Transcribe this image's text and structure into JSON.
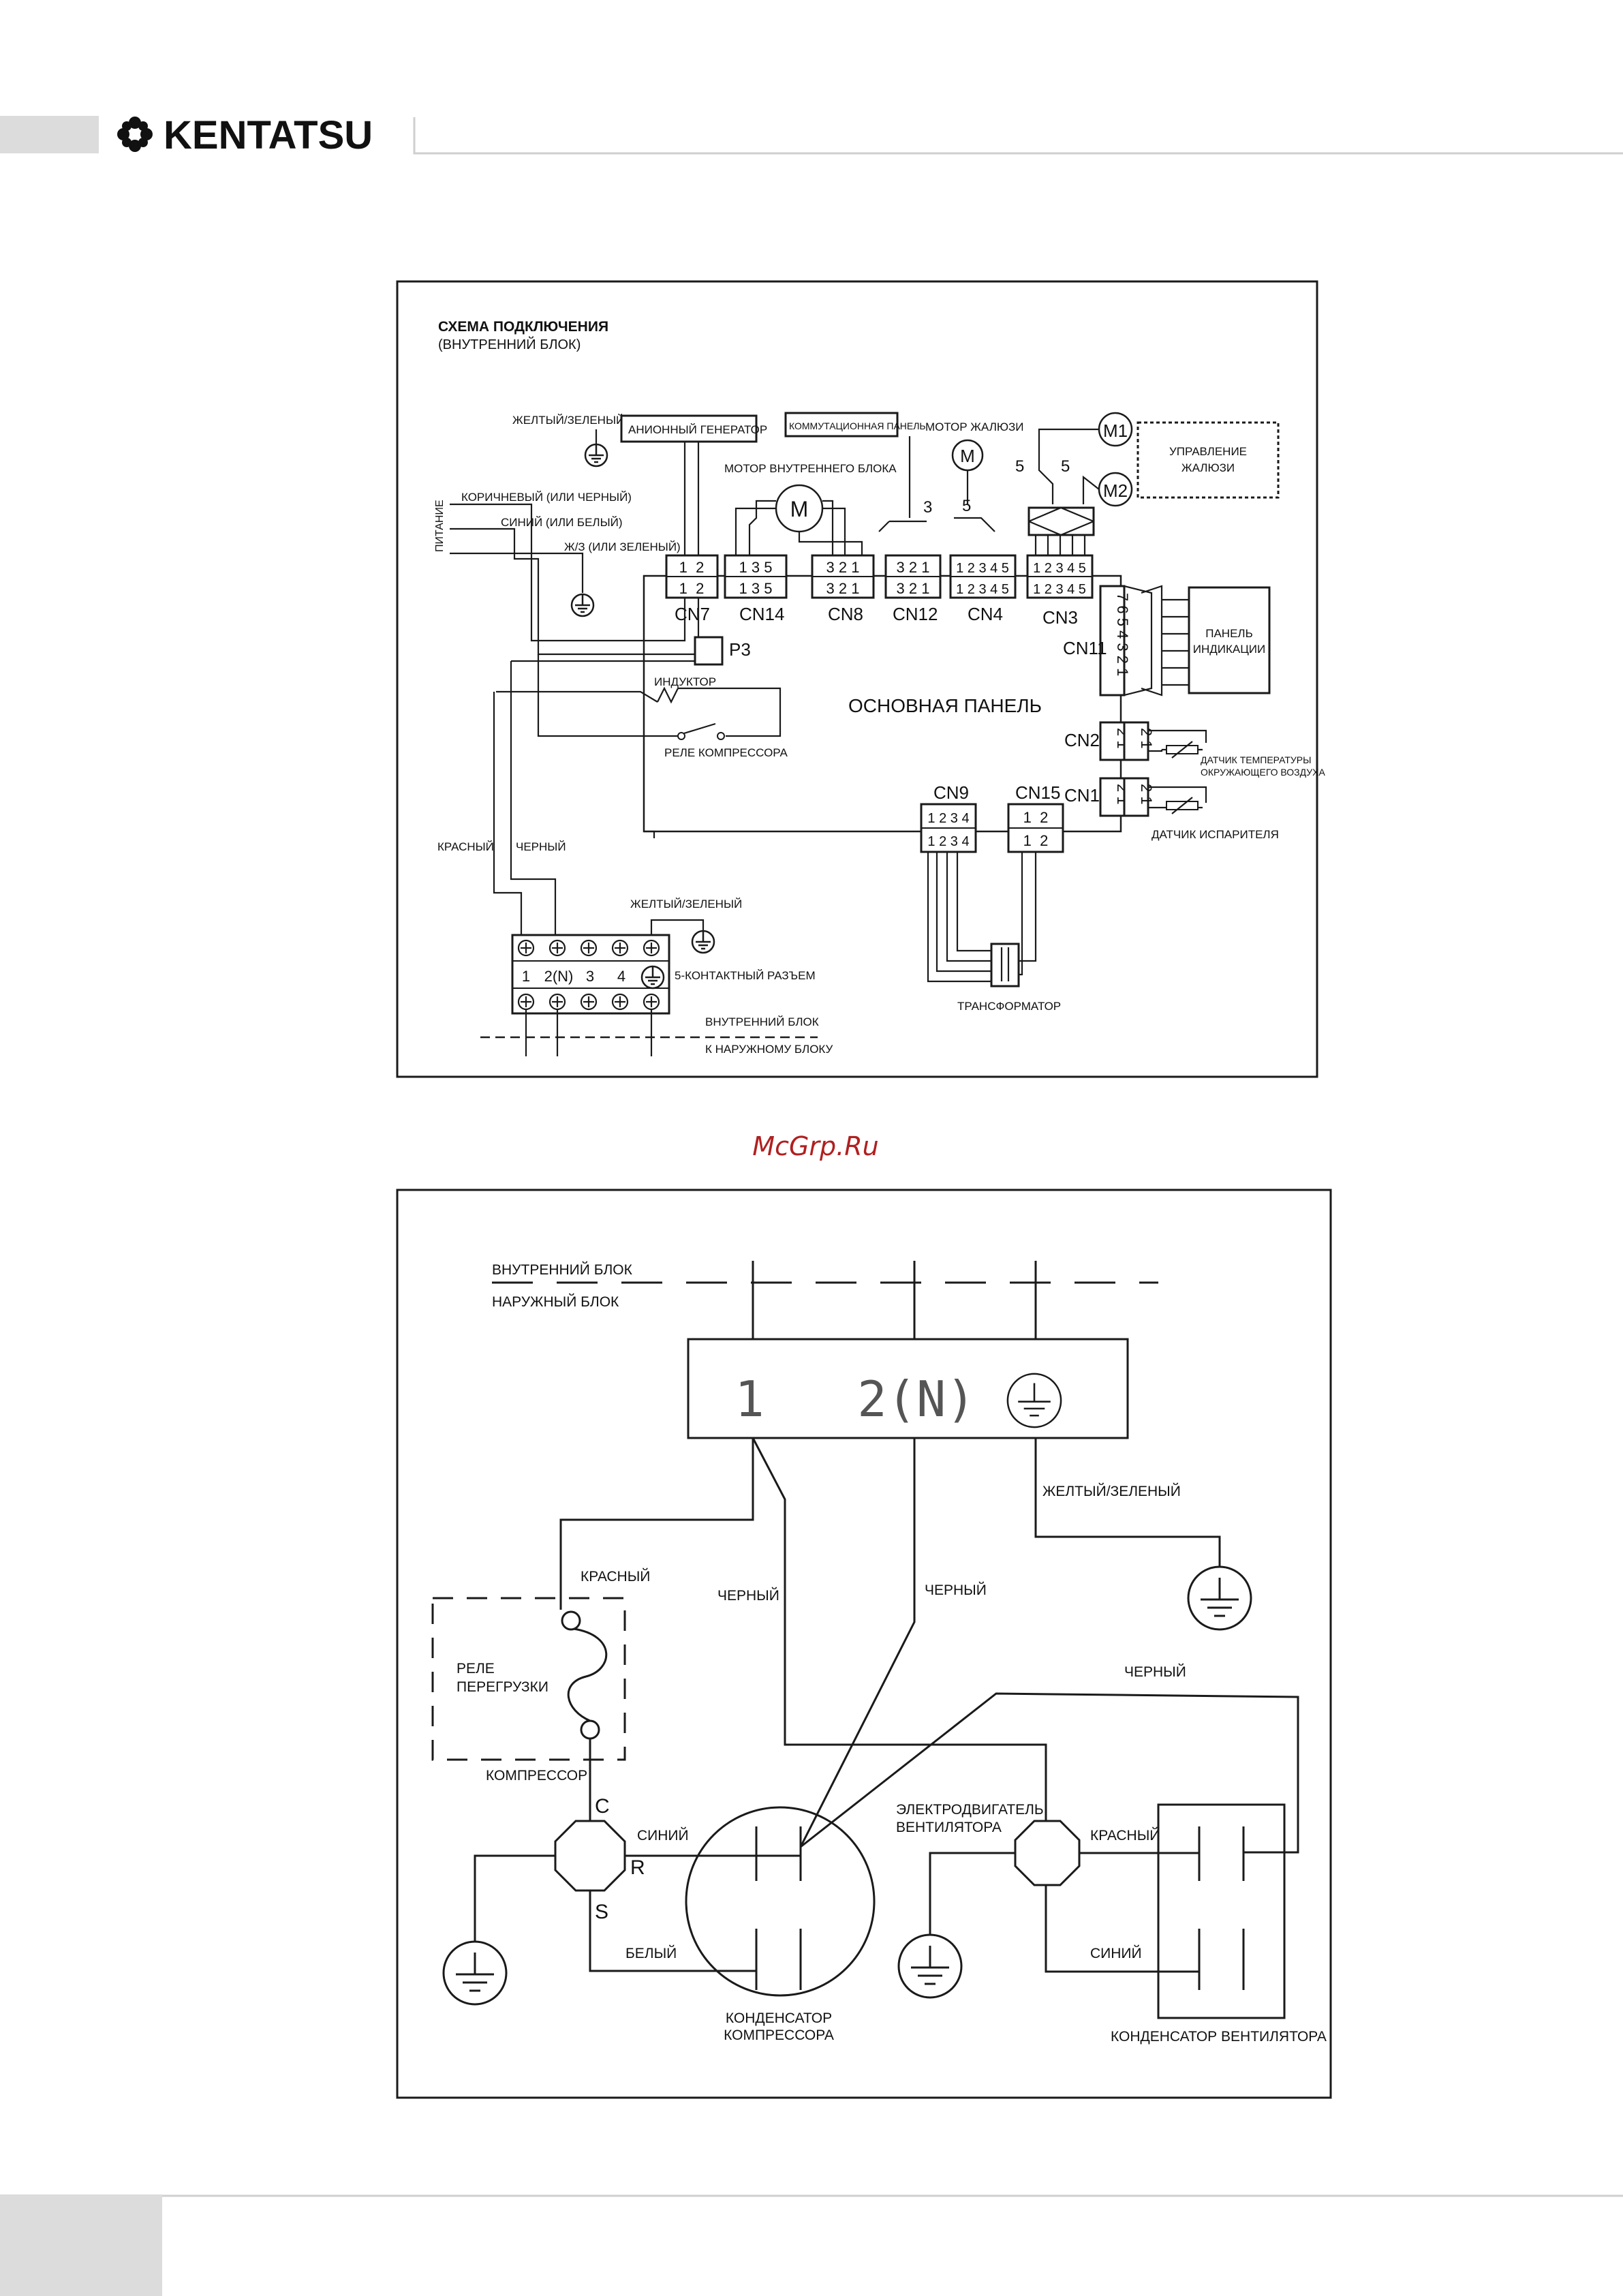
{
  "header": {
    "brand": "KENTATSU",
    "logo_icon": "gear-flower-icon"
  },
  "watermark": "McGrp.Ru",
  "diagram1": {
    "title": "СХЕМА ПОДКЛЮЧЕНИЯ",
    "subtitle": "(ВНУТРЕННИЙ БЛОК)",
    "labels": {
      "yellow_green_top": "ЖЕЛТЫЙ/ЗЕЛЕНЫЙ",
      "anion": "АНИОННЫЙ ГЕНЕРАТОР",
      "comm_panel": "КОММУТАЦИОННАЯ ПАНЕЛЬ",
      "louver_motor": "МОТОР ЖАЛЮЗИ",
      "indoor_motor": "МОТОР ВНУТРЕННЕГО БЛОКА",
      "louver_control_1": "УПРАВЛЕНИЕ",
      "louver_control_2": "ЖАЛЮЗИ",
      "power": "ПИТАНИЕ",
      "brown": "КОРИЧНЕВЫЙ (ИЛИ ЧЕРНЫЙ)",
      "blue": "СИНИЙ (ИЛИ БЕЛЫЙ)",
      "yg_short": "Ж/З (ИЛИ ЗЕЛЕНЫЙ)",
      "inductor": "ИНДУКТОР",
      "main_panel": "ОСНОВНАЯ ПАНЕЛЬ",
      "relay": "РЕЛЕ КОМПРЕССОРА",
      "display_1": "ПАНЕЛЬ",
      "display_2": "ИНДИКАЦИИ",
      "amb_sensor_1": "ДАТЧИК ТЕМПЕРАТУРЫ",
      "amb_sensor_2": "ОКРУЖАЮЩЕГО ВОЗДУХА",
      "evap_sensor": "ДАТЧИК ИСПАРИТЕЛЯ",
      "red": "КРАСНЫЙ",
      "black": "ЧЕРНЫЙ",
      "yellow_green_bottom": "ЖЕЛТЫЙ/ЗЕЛЕНЫЙ",
      "terminal5": "5-КОНТАКТНЫЙ РАЗЪЕМ",
      "indoor_unit": "ВНУТРЕННИЙ БЛОК",
      "to_outdoor": "К НАРУЖНОМУ БЛОКУ",
      "transformer": "ТРАНСФОРМАТОР",
      "p3": "P3",
      "m": "M",
      "m1": "M1",
      "m2": "M2",
      "wire_3": "3",
      "wire_5": "5"
    },
    "connectors": {
      "cn7": "CN7",
      "cn14": "CN14",
      "cn8": "CN8",
      "cn12": "CN12",
      "cn4": "CN4",
      "cn3": "CN3",
      "cn11": "CN11",
      "cn2": "CN2",
      "cn1": "CN1",
      "cn9": "CN9",
      "cn15": "CN15"
    },
    "pins": {
      "p12": "1  2",
      "p135": "1 3 5",
      "p321": "3 2 1",
      "p12345": "1 2 3 4 5",
      "p1234": "1 2 3 4",
      "p21": "2 1",
      "p7654321": "7 6 5 4 3 2 1",
      "t1": "1",
      "t2n": "2(N)",
      "t3": "3",
      "t4": "4"
    }
  },
  "diagram2": {
    "labels": {
      "indoor_unit": "ВНУТРЕННИЙ БЛОК",
      "outdoor_unit": "НАРУЖНЫЙ БЛОК",
      "term1": "1",
      "term2": "2(N)",
      "yellow_green": "ЖЕЛТЫЙ/ЗЕЛЕНЫЙ",
      "red_top": "КРАСНЫЙ",
      "black_left": "ЧЕРНЫЙ",
      "black_mid": "ЧЕРНЫЙ",
      "black_right": "ЧЕРНЫЙ",
      "overload_1": "РЕЛЕ",
      "overload_2": "ПЕРЕГРУЗКИ",
      "compressor": "КОМПРЕССОР",
      "c": "C",
      "r": "R",
      "s": "S",
      "blue": "СИНИЙ",
      "white": "БЕЛЫЙ",
      "fan_motor_1": "ЭЛЕКТРОДВИГАТЕЛЬ",
      "fan_motor_2": "ВЕНТИЛЯТОРА",
      "red_fan": "КРАСНЫЙ",
      "blue_fan": "СИНИЙ",
      "comp_cap_1": "КОНДЕНСАТОР",
      "comp_cap_2": "КОМПРЕССОРА",
      "fan_cap": "КОНДЕНСАТОР ВЕНТИЛЯТОРА"
    }
  }
}
